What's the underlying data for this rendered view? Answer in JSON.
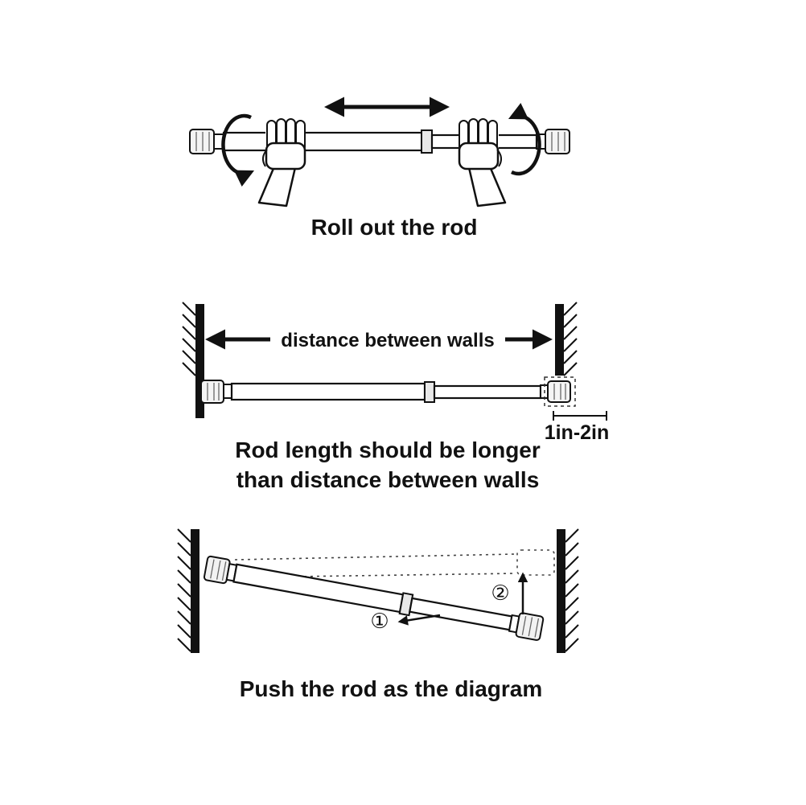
{
  "panel_roll": {
    "caption": "Roll out the rod"
  },
  "panel_length": {
    "distance_label": "distance between walls",
    "overlap_label": "1in-2in",
    "caption_line1": "Rod length should be longer",
    "caption_line2": "than distance between walls"
  },
  "panel_push": {
    "step1": "①",
    "step2": "②",
    "caption": "Push the rod as the diagram"
  },
  "colors": {
    "ink": "#111111",
    "background": "#ffffff"
  }
}
